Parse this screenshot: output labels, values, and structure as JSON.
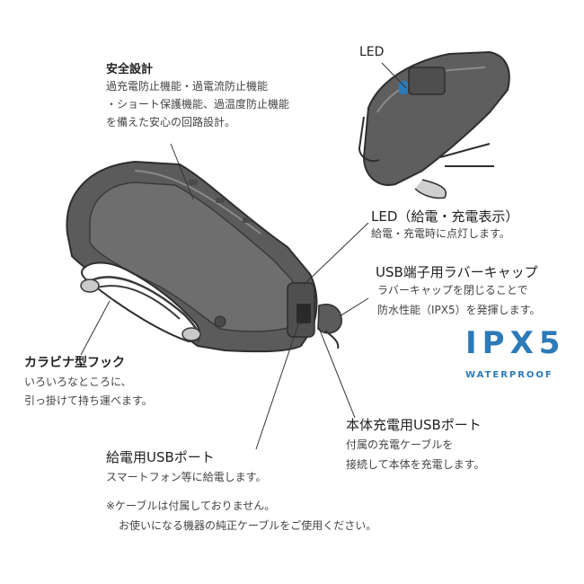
{
  "safety": {
    "title": "安全設計",
    "lines": [
      "過充電防止機能・過電流防止機能",
      "・ショート保護機能、過温度防止機能",
      "を備えた安心の回路設計。"
    ]
  },
  "led_small": {
    "label": "LED"
  },
  "led_indicator": {
    "title": "LED（給電・充電表示）",
    "lines": [
      "給電・充電時に点灯します。"
    ]
  },
  "rubber_cap": {
    "title": "USB端子用ラバーキャップ",
    "lines": [
      "ラバーキャップを閉じることで",
      "防水性能（IPX5）を発揮します。"
    ]
  },
  "ipx": {
    "logo": "IPX5",
    "sub": "WATERPROOF",
    "color": "#2c7ab8"
  },
  "hook": {
    "title": "カラビナ型フック",
    "lines": [
      "いろいろなところに、",
      "引っ掛けて持ち運べます。"
    ]
  },
  "body_port": {
    "title": "本体充電用USBポート",
    "lines": [
      "付属の充電ケーブルを",
      "接続して本体を充電します。"
    ]
  },
  "supply_port": {
    "title": "給電用USBポート",
    "lines": [
      "スマートフォン等に給電します。"
    ]
  },
  "notes": [
    "※ケーブルは付属しておりません。",
    "お使いになる機器の純正ケーブルをご使用ください。"
  ]
}
